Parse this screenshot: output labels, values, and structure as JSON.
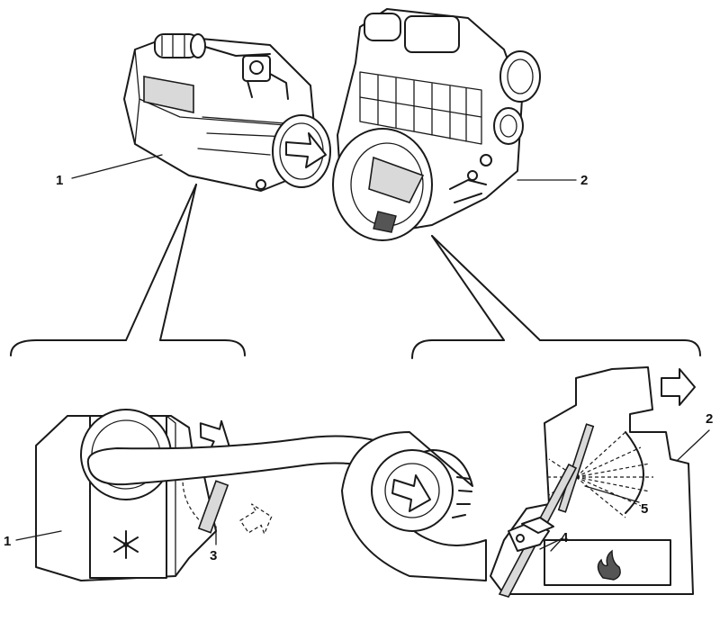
{
  "labels": {
    "top_left_unit": "1",
    "top_right_unit": "2",
    "bottom_left_unit": "1",
    "bottom_right_unit": "2",
    "part_3": "3",
    "part_4": "4",
    "part_5": "5"
  },
  "colors": {
    "line": "#1a1a1a",
    "shade": "#d9d9d9",
    "background": "#ffffff"
  }
}
